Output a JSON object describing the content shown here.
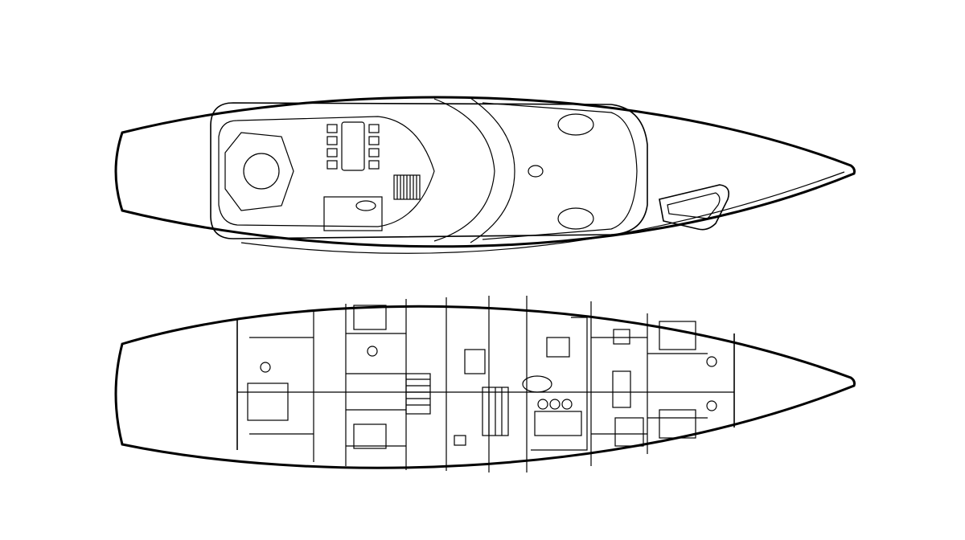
{
  "diagram": {
    "type": "yacht deck plan",
    "views": [
      "upper-deck",
      "lower-deck"
    ],
    "colors": {
      "line": "#000000",
      "background": "#ffffff"
    }
  }
}
